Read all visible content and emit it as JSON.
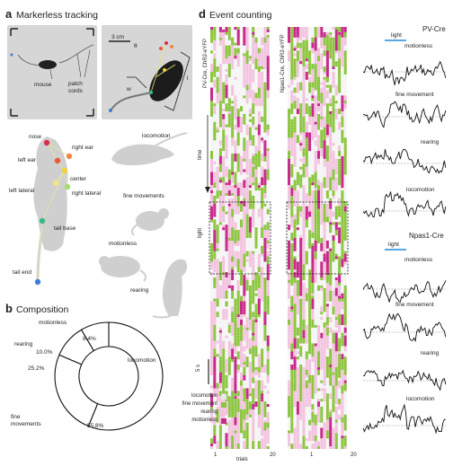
{
  "panel_a": {
    "letter": "a",
    "title": "Markerless tracking",
    "photo1": {
      "mouse_label": "mouse",
      "cords_label": "patch\ncords"
    },
    "photo2": {
      "scale_label": "3 cm",
      "theta": "θ",
      "w": "w",
      "l": "l"
    },
    "skeleton_labels": [
      "nose",
      "right ear",
      "left ear",
      "center",
      "left lateral",
      "right lateral",
      "tail base",
      "tail end"
    ],
    "skeleton_colors": [
      "#d62f4d",
      "#f08a3c",
      "#e85a3a",
      "#f4d03f",
      "#f0e58a",
      "#a8dd75",
      "#3ab88a",
      "#3c7fd4"
    ],
    "behaviors": [
      "locomotion",
      "fine movements",
      "motionless",
      "rearing"
    ]
  },
  "panel_b": {
    "letter": "b",
    "title": "Composition",
    "slices": [
      {
        "label": "locomotion",
        "pct": "55.8%",
        "value": 55.8
      },
      {
        "label": "fine\nmovements",
        "pct": "25.2%",
        "value": 25.2
      },
      {
        "label": "rearing",
        "pct": "10.0%",
        "value": 10.0
      },
      {
        "label": "motionless",
        "pct": "8.4%",
        "value": 8.4
      }
    ]
  },
  "panel_d": {
    "letter": "d",
    "title": "Event counting",
    "raster1_label": "PV-Cre, ChR2-eYFP",
    "raster2_label": "Npas1-Cre, ChR2-eYFP",
    "time_label": "time",
    "light_label": "light",
    "scale_label": "5 s",
    "x_ticks": [
      "1",
      "20",
      "1",
      "20"
    ],
    "x_label": "trials",
    "legend": [
      {
        "label": "locomotion",
        "color": "#e8e8e8"
      },
      {
        "label": "fine movement",
        "color": "#8cc63f"
      },
      {
        "label": "rearing",
        "color": "#f3c4df"
      },
      {
        "label": "motionless",
        "color": "#c7288a"
      }
    ],
    "traces_pv": {
      "group": "PV-Cre",
      "light": "light",
      "titles": [
        "motionless",
        "fine movement",
        "rearing",
        "locomotion"
      ]
    },
    "traces_np": {
      "group": "Npas1-Cre",
      "light": "light",
      "titles": [
        "motionless",
        "fine movement",
        "rearing",
        "locomotion"
      ]
    },
    "colors": {
      "light_bar": "#5aa7e0",
      "trace": "#111111"
    }
  }
}
